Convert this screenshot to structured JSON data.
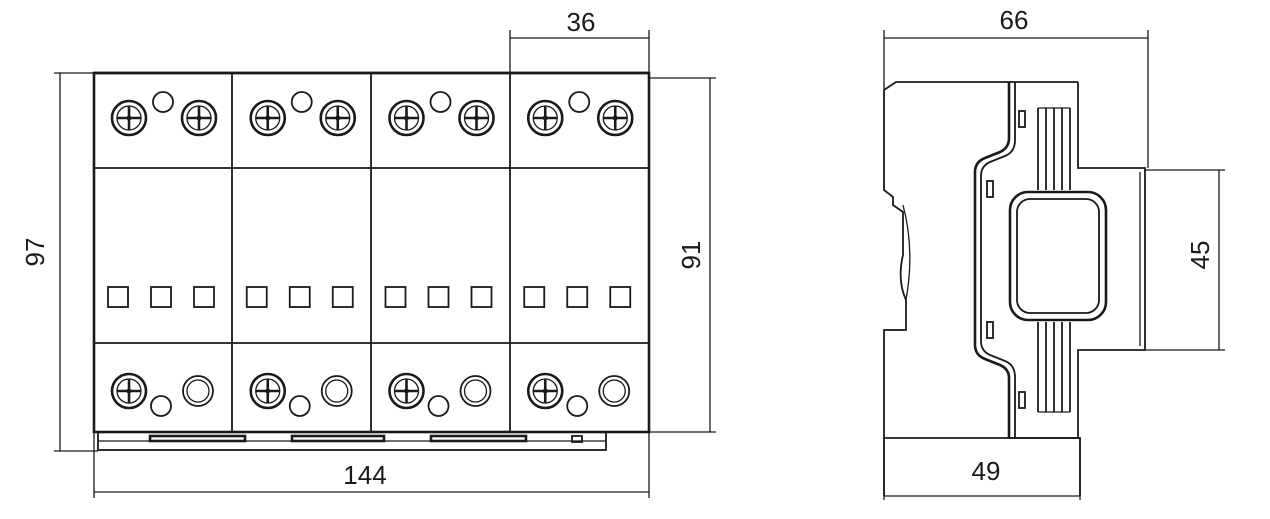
{
  "drawing": {
    "front_view": {
      "modules": 4,
      "dimensions": {
        "width": "144",
        "height": "97",
        "module_width": "36",
        "body_height": "91"
      }
    },
    "side_view": {
      "dimensions": {
        "depth": "66",
        "base_depth": "49",
        "rail_height": "45"
      }
    },
    "colors": {
      "line": "#1a1a1a",
      "background": "#ffffff"
    }
  }
}
